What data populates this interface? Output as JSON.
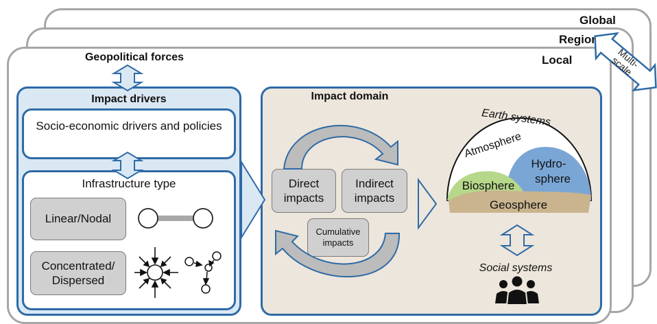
{
  "scales": {
    "global": "Global",
    "regional": "Regional",
    "local": "Local",
    "multi_scale": [
      "Multi-",
      "scale"
    ]
  },
  "geopolitical_forces": "Geopolitical forces",
  "impact_drivers": {
    "title": "Impact drivers",
    "socio_economic": "Socio-economic drivers and policies",
    "infrastructure_type": "Infrastructure type",
    "linear_nodal": "Linear/Nodal",
    "concentrated": "Concentrated/",
    "dispersed": "Dispersed"
  },
  "impact_domain": {
    "title": "Impact domain",
    "direct": [
      "Direct",
      "impacts"
    ],
    "indirect": [
      "Indirect",
      "impacts"
    ],
    "cumulative": [
      "Cumulative",
      "impacts"
    ],
    "earth_systems": "Earth systems",
    "atmosphere": "Atmosphere",
    "hydrosphere": [
      "Hydro-",
      "sphere"
    ],
    "biosphere": "Biosphere",
    "geosphere": "Geosphere",
    "social_systems": "Social systems"
  },
  "colors": {
    "frame_blue": "#2e6aa6",
    "drivers_fill": "#dae8f4",
    "domain_fill": "#ede6dc",
    "hydro_blue": "#7aa6d6",
    "bio_green": "#b6d88a",
    "geo_tan": "#c9b48e",
    "gray_box": "#d0d0d0"
  }
}
